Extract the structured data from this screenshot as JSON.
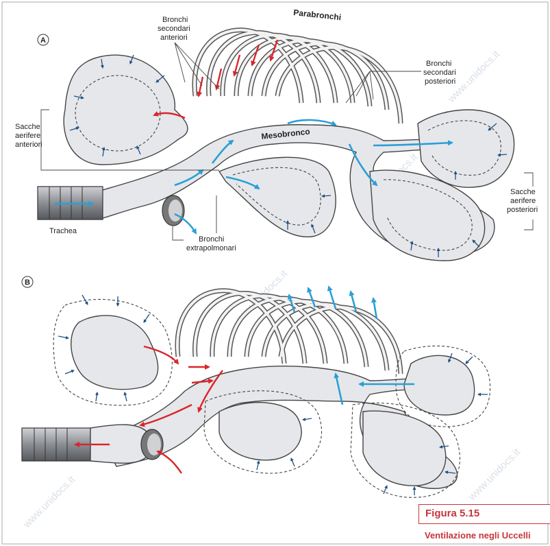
{
  "panels": {
    "a": "A",
    "b": "B"
  },
  "labels": {
    "parabronchi": "Parabronchi",
    "bronchi_sec_ant": [
      "Bronchi",
      "secondari",
      "anteriori"
    ],
    "bronchi_sec_post": [
      "Bronchi",
      "secondari",
      "posteriori"
    ],
    "sacche_ant": [
      "Sacche",
      "aerifere",
      "anteriori"
    ],
    "mesobronco": "Mesobronco",
    "sacche_post": [
      "Sacche",
      "aerifere",
      "posteriori"
    ],
    "trachea": "Trachea",
    "bronchi_extra": [
      "Bronchi",
      "extrapolmonari"
    ]
  },
  "caption": {
    "number": "Figura 5.15",
    "title": "Ventilazione negli Uccelli"
  },
  "watermark": "www.unidocs.it",
  "colors": {
    "airflow_inspiration": "#2a9fd6",
    "airflow_expiration": "#d9262b",
    "caption": "#c7343a",
    "tissue": "#e6e7ea"
  }
}
